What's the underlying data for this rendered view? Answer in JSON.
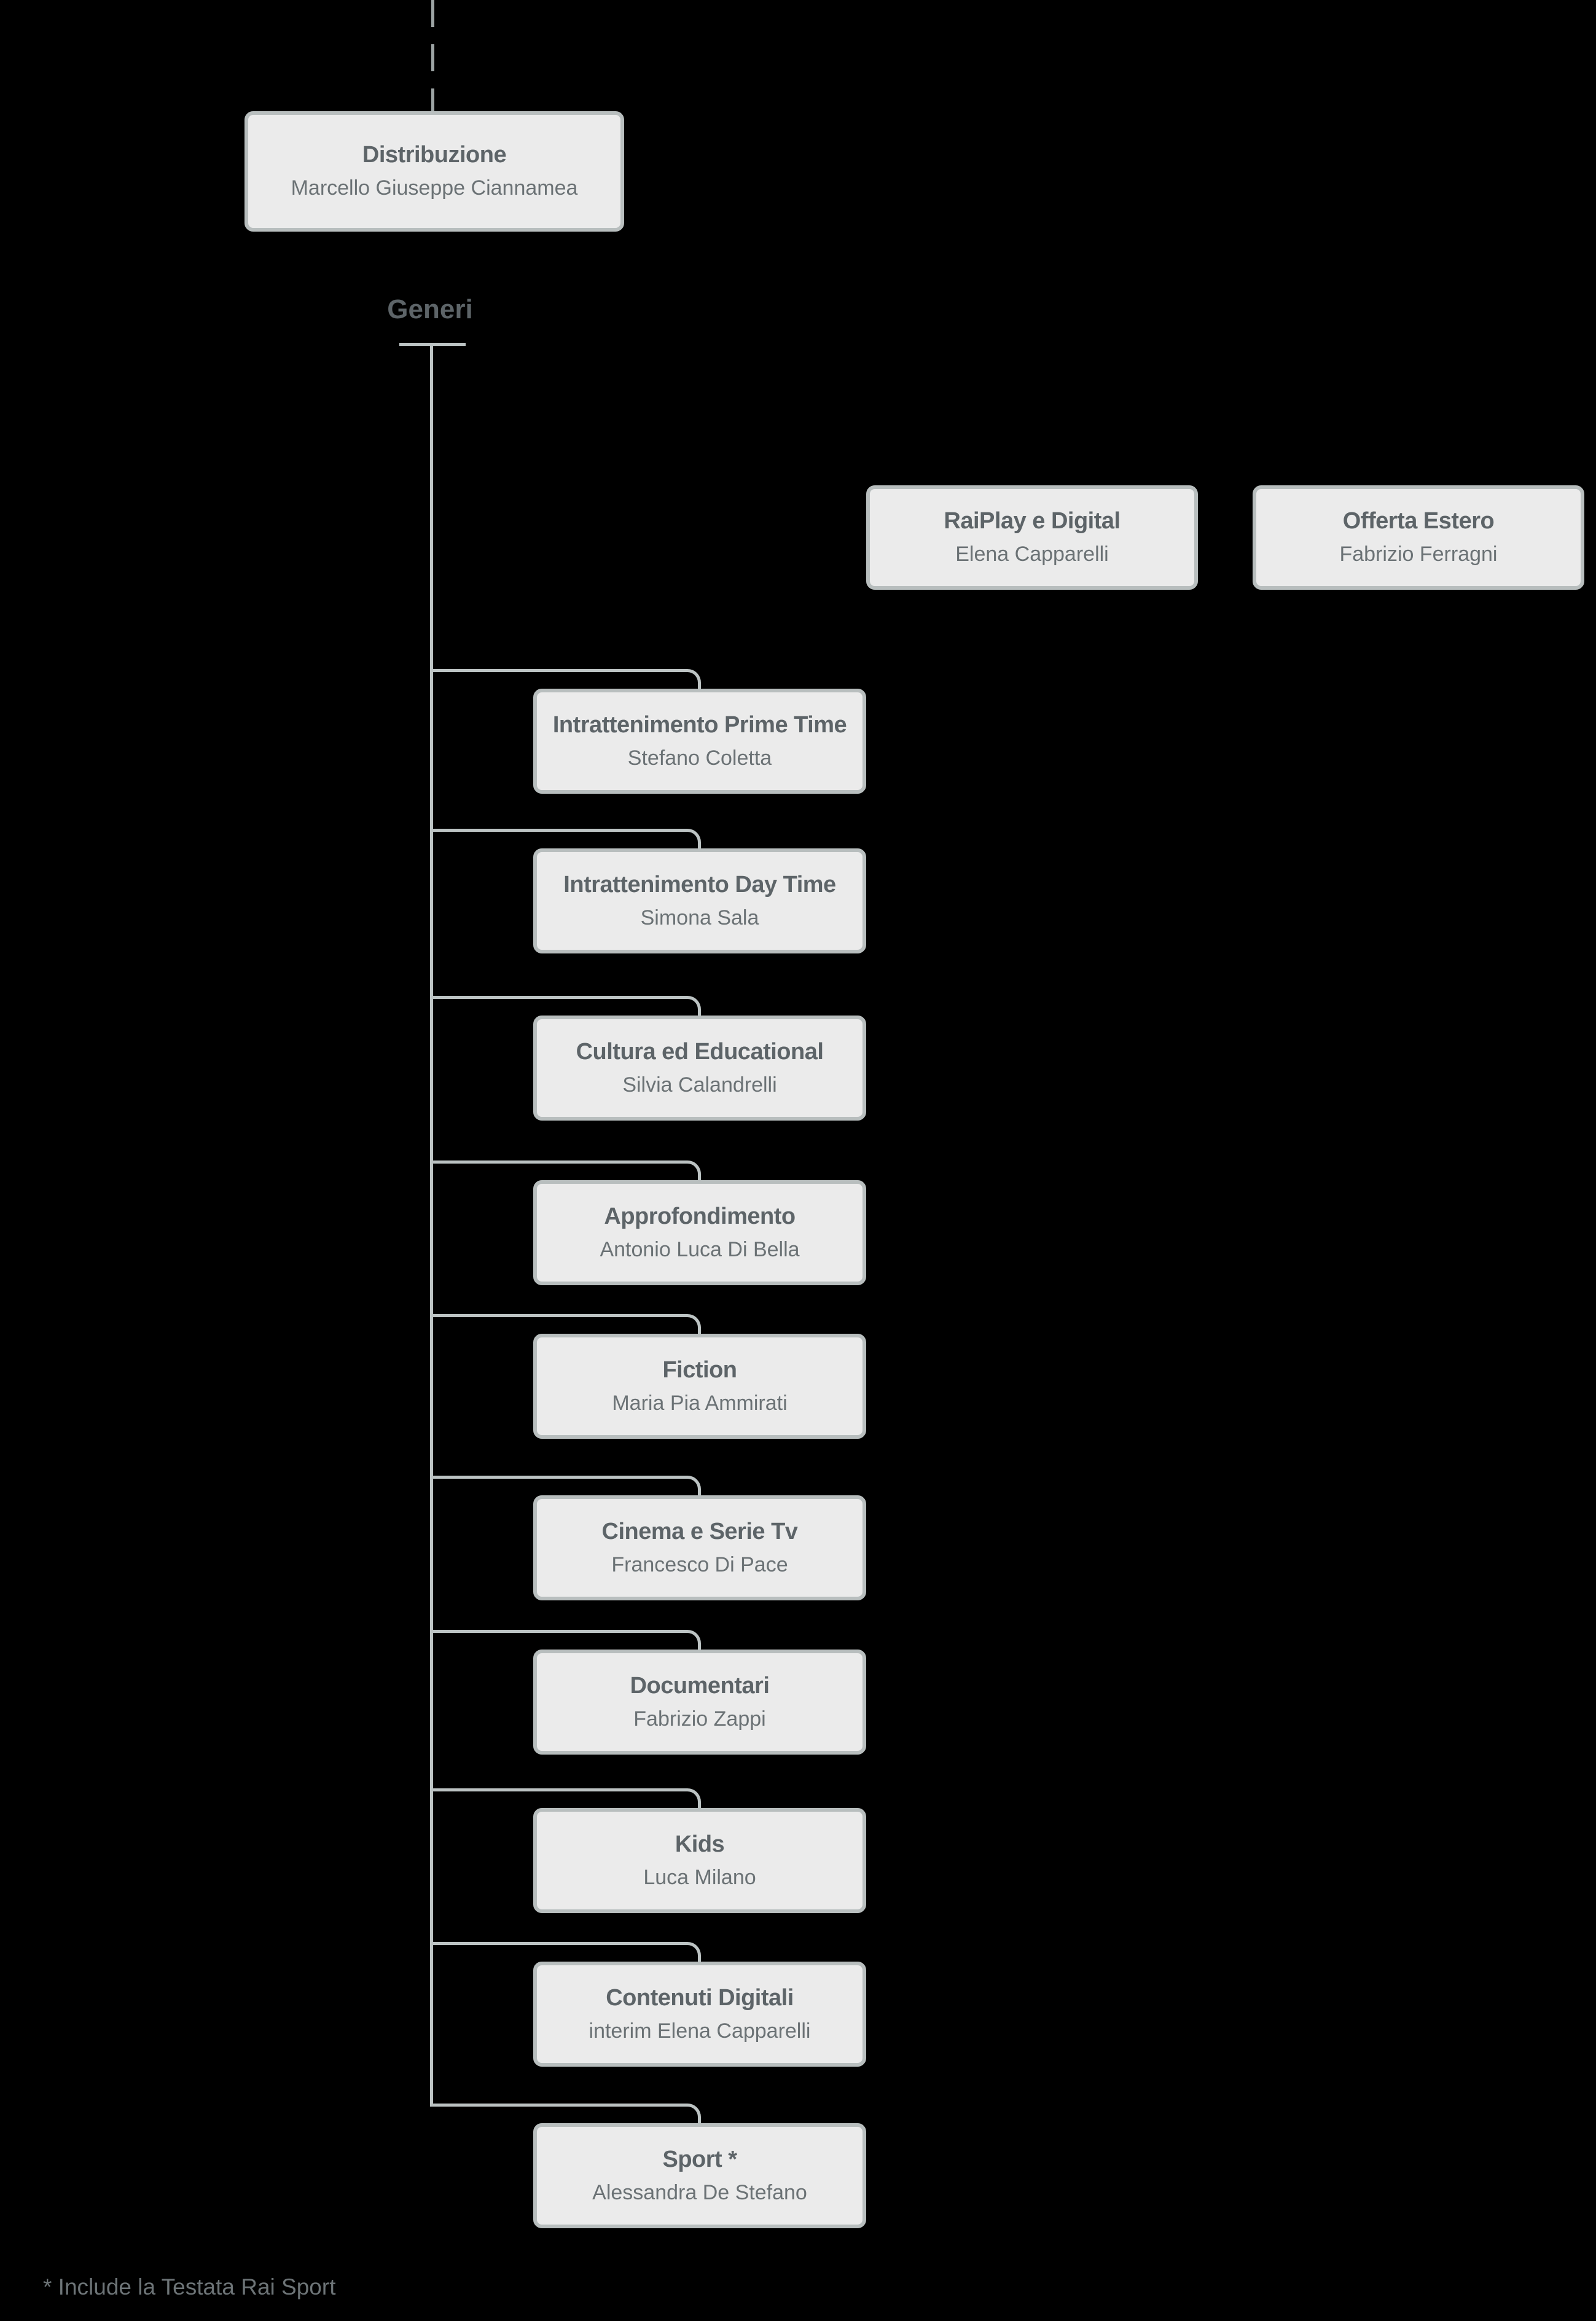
{
  "root_node": {
    "title": "Distribuzione",
    "subtitle": "Marcello Giuseppe Ciannamea"
  },
  "branch_label": "Generi",
  "standalone_nodes": [
    {
      "title": "RaiPlay e Digital",
      "subtitle": "Elena Capparelli"
    },
    {
      "title": "Offerta Estero",
      "subtitle": "Fabrizio Ferragni"
    }
  ],
  "genre_nodes": [
    {
      "title": "Intrattenimento Prime Time",
      "subtitle": "Stefano Coletta"
    },
    {
      "title": "Intrattenimento Day Time",
      "subtitle": "Simona Sala"
    },
    {
      "title": "Cultura ed Educational",
      "subtitle": "Silvia Calandrelli"
    },
    {
      "title": "Approfondimento",
      "subtitle": "Antonio Luca Di Bella"
    },
    {
      "title": "Fiction",
      "subtitle": "Maria Pia Ammirati"
    },
    {
      "title": "Cinema e Serie Tv",
      "subtitle": "Francesco Di Pace"
    },
    {
      "title": "Documentari",
      "subtitle": "Fabrizio Zappi"
    },
    {
      "title": "Kids",
      "subtitle": "Luca Milano"
    },
    {
      "title": "Contenuti Digitali",
      "subtitle": "interim Elena Capparelli"
    },
    {
      "title": "Sport *",
      "subtitle": "Alessandra De Stefano"
    }
  ],
  "footnote": "* Include la Testata Rai Sport",
  "colors": {
    "page_background": "#000000",
    "box_fill": "#ebebeb",
    "box_border": "#b8bebe",
    "line": "#bcc3c3",
    "dashed_line": "#9da4a4",
    "title_text": "#5d6468",
    "subtitle_text": "#6b7275",
    "footnote_text": "#6d7477"
  }
}
